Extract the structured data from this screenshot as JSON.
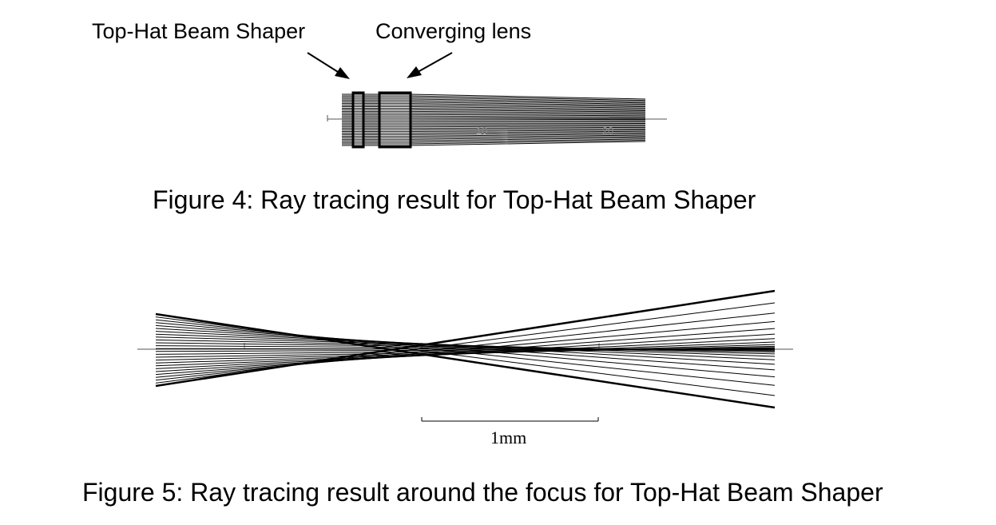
{
  "figure4": {
    "label_shaper": "Top-Hat Beam Shaper",
    "label_lens": "Converging lens",
    "axis_tick_1": "10",
    "axis_tick_2": "20",
    "caption": "Figure 4: Ray tracing result for Top-Hat Beam Shaper"
  },
  "figure5": {
    "scale_bar_label": "1mm",
    "caption": "Figure 5: Ray tracing result around the focus for Top-Hat Beam Shaper"
  }
}
